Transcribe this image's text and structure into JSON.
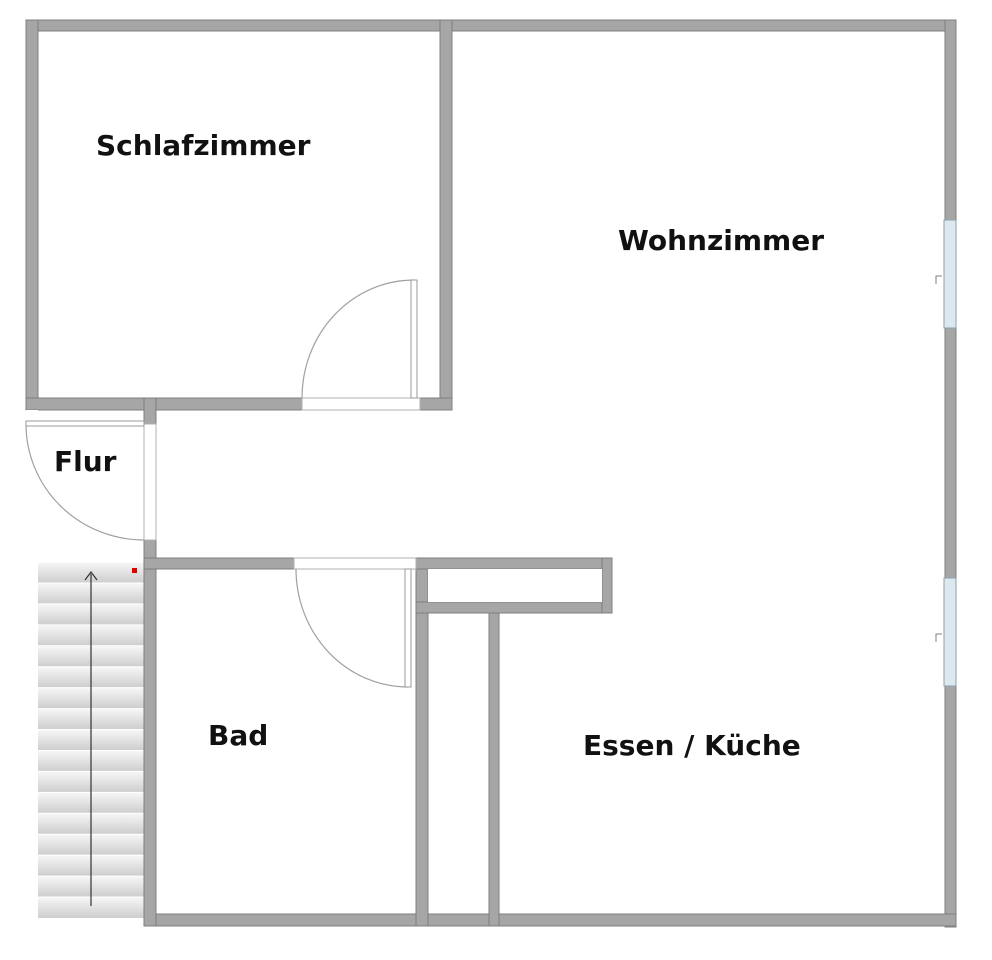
{
  "rooms": {
    "schlafzimmer": "Schlafzimmer",
    "wohnzimmer": "Wohnzimmer",
    "flur": "Flur",
    "bad": "Bad",
    "essen_kueche": "Essen / Küche"
  },
  "stairs": {
    "direction": "up",
    "steps": 17
  },
  "colors": {
    "wall": "#a6a6a6",
    "wall_outline": "#7f7f7f",
    "window": "#dde8ee",
    "stairs_light": "#f5f5f5",
    "stairs_dark": "#cfcfcf",
    "marker": "#e00000"
  }
}
